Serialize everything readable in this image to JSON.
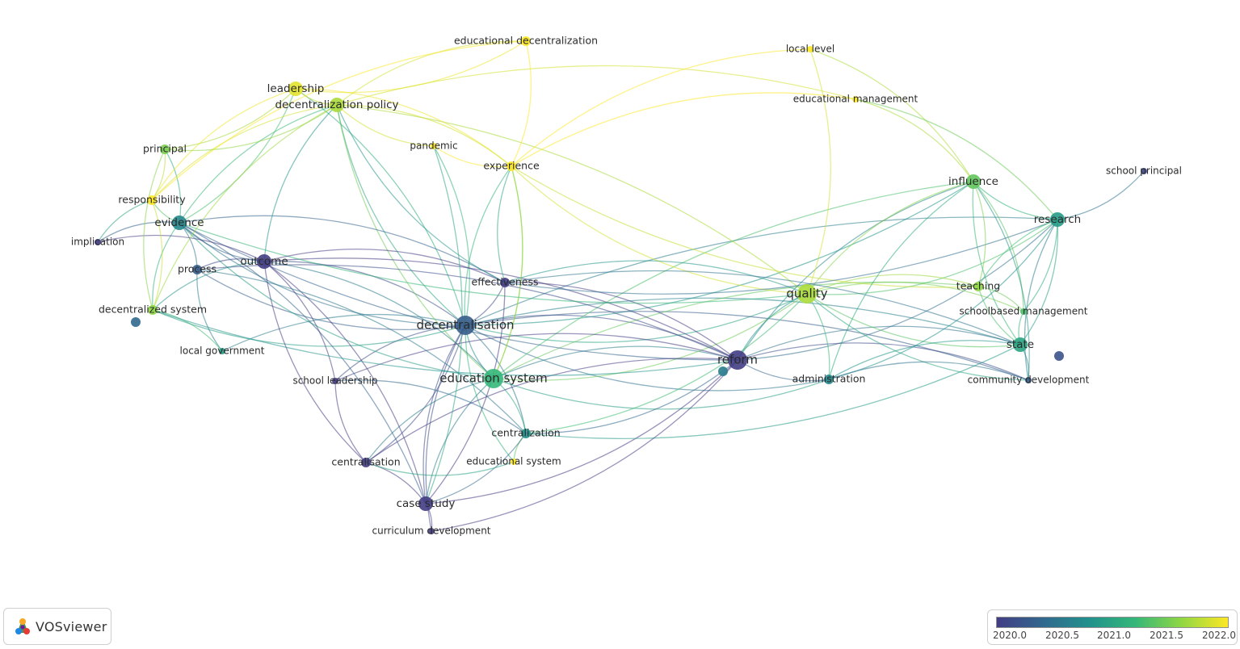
{
  "app": {
    "logo_text": "VOSviewer"
  },
  "legend": {
    "ticks": [
      "2020.0",
      "2020.5",
      "2021.0",
      "2021.5",
      "2022.0"
    ],
    "colors": [
      "#433d84",
      "#31688e",
      "#21918c",
      "#35b779",
      "#90d743",
      "#fde725"
    ]
  },
  "nodes": [
    {
      "id": "decentralisation",
      "label": "decentralisation",
      "year": 2020.3,
      "size": 3
    },
    {
      "id": "education-system",
      "label": "education system",
      "year": 2021.2,
      "size": 3
    },
    {
      "id": "reform",
      "label": "reform",
      "year": 2020.0,
      "size": 3
    },
    {
      "id": "quality",
      "label": "quality",
      "year": 2021.7,
      "size": 3
    },
    {
      "id": "evidence",
      "label": "evidence",
      "year": 2020.7,
      "size": 2
    },
    {
      "id": "outcome",
      "label": "outcome",
      "year": 2020.0,
      "size": 2
    },
    {
      "id": "process",
      "label": "process",
      "year": 2020.3,
      "size": 1
    },
    {
      "id": "leadership",
      "label": "leadership",
      "year": 2021.9,
      "size": 2
    },
    {
      "id": "decentralization-policy",
      "label": "decentralization policy",
      "year": 2021.7,
      "size": 2
    },
    {
      "id": "educational-decentralization",
      "label": "educational decentralization",
      "year": 2022.0,
      "size": 1
    },
    {
      "id": "local-level",
      "label": "local level",
      "year": 2022.0,
      "size": 0
    },
    {
      "id": "educational-management",
      "label": "educational management",
      "year": 2022.0,
      "size": 0
    },
    {
      "id": "pandemic",
      "label": "pandemic",
      "year": 2022.0,
      "size": 0
    },
    {
      "id": "experience",
      "label": "experience",
      "year": 2022.0,
      "size": 1
    },
    {
      "id": "principal",
      "label": "principal",
      "year": 2021.5,
      "size": 1
    },
    {
      "id": "responsibility",
      "label": "responsibility",
      "year": 2022.0,
      "size": 1
    },
    {
      "id": "implication",
      "label": "implication",
      "year": 2020.0,
      "size": 0
    },
    {
      "id": "decentralized-system",
      "label": "decentralized system",
      "year": 2021.6,
      "size": 1
    },
    {
      "id": "local-government",
      "label": "local government",
      "year": 2020.9,
      "size": 0
    },
    {
      "id": "school-leadership",
      "label": "school leadership",
      "year": 2020.0,
      "size": 0
    },
    {
      "id": "effectiveness",
      "label": "effectiveness",
      "year": 2020.0,
      "size": 1
    },
    {
      "id": "centralization",
      "label": "centralization",
      "year": 2020.8,
      "size": 1
    },
    {
      "id": "educational-system",
      "label": "educational system",
      "year": 2022.0,
      "size": 0
    },
    {
      "id": "centralisation",
      "label": "centralisation",
      "year": 2020.0,
      "size": 1
    },
    {
      "id": "case-study",
      "label": "case study",
      "year": 2020.0,
      "size": 2
    },
    {
      "id": "curriculum-development",
      "label": "curriculum development",
      "year": 2020.0,
      "size": 0
    },
    {
      "id": "influence",
      "label": "influence",
      "year": 2021.4,
      "size": 2
    },
    {
      "id": "research",
      "label": "research",
      "year": 2020.9,
      "size": 2
    },
    {
      "id": "school-principal",
      "label": "school principal",
      "year": 2020.1,
      "size": 0
    },
    {
      "id": "teaching",
      "label": "teaching",
      "year": 2021.6,
      "size": 1
    },
    {
      "id": "schoolbased-management",
      "label": "schoolbased management",
      "year": 2021.3,
      "size": 0
    },
    {
      "id": "state",
      "label": "state",
      "year": 2021.0,
      "size": 2
    },
    {
      "id": "administration",
      "label": "administration",
      "year": 2020.7,
      "size": 1
    },
    {
      "id": "community-development",
      "label": "community development",
      "year": 2020.3,
      "size": 0
    }
  ],
  "edges": [
    [
      "decentralisation",
      "education-system"
    ],
    [
      "decentralisation",
      "reform"
    ],
    [
      "decentralisation",
      "quality"
    ],
    [
      "decentralisation",
      "evidence"
    ],
    [
      "decentralisation",
      "outcome"
    ],
    [
      "decentralisation",
      "process"
    ],
    [
      "decentralisation",
      "effectiveness"
    ],
    [
      "decentralisation",
      "centralisation"
    ],
    [
      "decentralisation",
      "case-study"
    ],
    [
      "decentralisation",
      "centralization"
    ],
    [
      "decentralisation",
      "school-leadership"
    ],
    [
      "decentralisation",
      "decentralization-policy"
    ],
    [
      "decentralisation",
      "leadership"
    ],
    [
      "decentralisation",
      "experience"
    ],
    [
      "decentralisation",
      "administration"
    ],
    [
      "decentralisation",
      "state"
    ],
    [
      "decentralisation",
      "local-government"
    ],
    [
      "decentralisation",
      "decentralized-system"
    ],
    [
      "decentralisation",
      "pandemic"
    ],
    [
      "decentralisation",
      "research"
    ],
    [
      "decentralisation",
      "influence"
    ],
    [
      "decentralisation",
      "community-development"
    ],
    [
      "decentralisation",
      "educational-system"
    ],
    [
      "education-system",
      "reform"
    ],
    [
      "education-system",
      "quality"
    ],
    [
      "education-system",
      "decentralization-policy"
    ],
    [
      "education-system",
      "case-study"
    ],
    [
      "education-system",
      "evidence"
    ],
    [
      "education-system",
      "experience"
    ],
    [
      "education-system",
      "centralization"
    ],
    [
      "education-system",
      "administration"
    ],
    [
      "education-system",
      "teaching"
    ],
    [
      "education-system",
      "outcome"
    ],
    [
      "education-system",
      "influence"
    ],
    [
      "education-system",
      "centralisation"
    ],
    [
      "reform",
      "evidence"
    ],
    [
      "reform",
      "outcome"
    ],
    [
      "reform",
      "case-study"
    ],
    [
      "reform",
      "centralisation"
    ],
    [
      "reform",
      "quality"
    ],
    [
      "reform",
      "administration"
    ],
    [
      "reform",
      "state"
    ],
    [
      "reform",
      "research"
    ],
    [
      "reform",
      "community-development"
    ],
    [
      "reform",
      "effectiveness"
    ],
    [
      "reform",
      "centralization"
    ],
    [
      "reform",
      "school-leadership"
    ],
    [
      "reform",
      "influence"
    ],
    [
      "reform",
      "process"
    ],
    [
      "quality",
      "influence"
    ],
    [
      "quality",
      "state"
    ],
    [
      "quality",
      "administration"
    ],
    [
      "quality",
      "research"
    ],
    [
      "quality",
      "teaching"
    ],
    [
      "quality",
      "decentralization-policy"
    ],
    [
      "quality",
      "experience"
    ],
    [
      "quality",
      "local-level"
    ],
    [
      "quality",
      "evidence"
    ],
    [
      "quality",
      "effectiveness"
    ],
    [
      "quality",
      "schoolbased-management"
    ],
    [
      "quality",
      "community-development"
    ],
    [
      "quality",
      "centralization"
    ],
    [
      "evidence",
      "outcome"
    ],
    [
      "evidence",
      "process"
    ],
    [
      "evidence",
      "principal"
    ],
    [
      "evidence",
      "responsibility"
    ],
    [
      "evidence",
      "implication"
    ],
    [
      "evidence",
      "decentralization-policy"
    ],
    [
      "evidence",
      "leadership"
    ],
    [
      "evidence",
      "effectiveness"
    ],
    [
      "evidence",
      "decentralized-system"
    ],
    [
      "evidence",
      "case-study"
    ],
    [
      "outcome",
      "process"
    ],
    [
      "outcome",
      "effectiveness"
    ],
    [
      "outcome",
      "centralisation"
    ],
    [
      "outcome",
      "case-study"
    ],
    [
      "outcome",
      "decentralized-system"
    ],
    [
      "outcome",
      "school-leadership"
    ],
    [
      "outcome",
      "implication"
    ],
    [
      "outcome",
      "decentralization-policy"
    ],
    [
      "process",
      "local-government"
    ],
    [
      "process",
      "centralization"
    ],
    [
      "leadership",
      "decentralization-policy"
    ],
    [
      "leadership",
      "principal"
    ],
    [
      "leadership",
      "educational-decentralization"
    ],
    [
      "leadership",
      "experience"
    ],
    [
      "leadership",
      "responsibility"
    ],
    [
      "decentralization-policy",
      "educational-decentralization"
    ],
    [
      "decentralization-policy",
      "pandemic"
    ],
    [
      "decentralization-policy",
      "experience"
    ],
    [
      "decentralization-policy",
      "responsibility"
    ],
    [
      "decentralization-policy",
      "principal"
    ],
    [
      "decentralization-policy",
      "effectiveness"
    ],
    [
      "decentralization-policy",
      "educational-management"
    ],
    [
      "decentralization-policy",
      "decentralized-system"
    ],
    [
      "educational-decentralization",
      "experience"
    ],
    [
      "educational-decentralization",
      "responsibility"
    ],
    [
      "local-level",
      "influence"
    ],
    [
      "local-level",
      "experience"
    ],
    [
      "educational-management",
      "influence"
    ],
    [
      "educational-management",
      "experience"
    ],
    [
      "educational-management",
      "research"
    ],
    [
      "pandemic",
      "experience"
    ],
    [
      "pandemic",
      "case-study"
    ],
    [
      "experience",
      "effectiveness"
    ],
    [
      "experience",
      "education-system"
    ],
    [
      "experience",
      "teaching"
    ],
    [
      "principal",
      "responsibility"
    ],
    [
      "principal",
      "decentralized-system"
    ],
    [
      "responsibility",
      "decentralized-system"
    ],
    [
      "responsibility",
      "implication"
    ],
    [
      "decentralized-system",
      "local-government"
    ],
    [
      "decentralized-system",
      "reform"
    ],
    [
      "school-leadership",
      "centralization"
    ],
    [
      "school-leadership",
      "centralisation"
    ],
    [
      "effectiveness",
      "case-study"
    ],
    [
      "effectiveness",
      "research"
    ],
    [
      "effectiveness",
      "state"
    ],
    [
      "centralization",
      "educational-system"
    ],
    [
      "centralization",
      "case-study"
    ],
    [
      "centralization",
      "state"
    ],
    [
      "centralisation",
      "case-study"
    ],
    [
      "centralisation",
      "educational-system"
    ],
    [
      "case-study",
      "curriculum-development"
    ],
    [
      "curriculum-development",
      "reform"
    ],
    [
      "curriculum-development",
      "decentralisation"
    ],
    [
      "influence",
      "research"
    ],
    [
      "influence",
      "teaching"
    ],
    [
      "influence",
      "state"
    ],
    [
      "influence",
      "schoolbased-management"
    ],
    [
      "influence",
      "administration"
    ],
    [
      "influence",
      "community-development"
    ],
    [
      "research",
      "school-principal"
    ],
    [
      "research",
      "state"
    ],
    [
      "research",
      "teaching"
    ],
    [
      "research",
      "schoolbased-management"
    ],
    [
      "research",
      "community-development"
    ],
    [
      "research",
      "administration"
    ],
    [
      "teaching",
      "state"
    ],
    [
      "teaching",
      "schoolbased-management"
    ],
    [
      "schoolbased-management",
      "state"
    ],
    [
      "state",
      "community-development"
    ],
    [
      "state",
      "administration"
    ],
    [
      "administration",
      "community-development"
    ]
  ]
}
